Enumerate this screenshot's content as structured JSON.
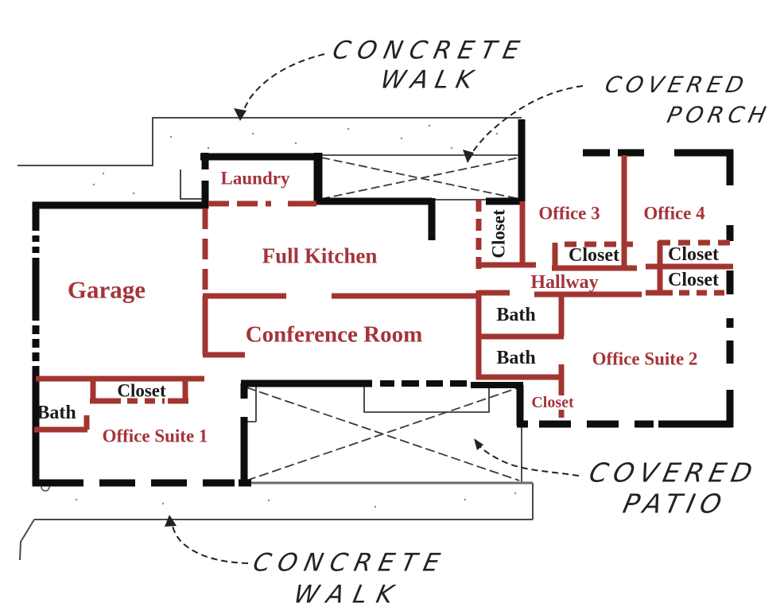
{
  "colors": {
    "wall_black": "#0d0d0d",
    "wall_red": "#a23530",
    "label_red": "#a4343a",
    "label_black": "#1b1b1b",
    "annotation_black": "#222222",
    "thin_line_gray": "#4a4a4a"
  },
  "rooms": {
    "laundry": {
      "label": "Laundry"
    },
    "full_kitchen": {
      "label": "Full Kitchen"
    },
    "garage": {
      "label": "Garage"
    },
    "conference_room": {
      "label": "Conference Room"
    },
    "office_3": {
      "label": "Office 3"
    },
    "office_4": {
      "label": "Office 4"
    },
    "hallway": {
      "label": "Hallway"
    },
    "office_suite_1": {
      "label": "Office Suite 1"
    },
    "office_suite_2": {
      "label": "Office Suite 2"
    },
    "closet_kitchen": {
      "label": "Closet"
    },
    "closet_office_3": {
      "label": "Closet"
    },
    "closet_office_4_top": {
      "label": "Closet"
    },
    "closet_office_4_bottom": {
      "label": "Closet"
    },
    "closet_suite_2": {
      "label": "Closet"
    },
    "closet_suite_1": {
      "label": "Closet"
    },
    "bath_hall_upper": {
      "label": "Bath"
    },
    "bath_hall_lower": {
      "label": "Bath"
    },
    "bath_suite_1": {
      "label": "Bath"
    }
  },
  "annotations": {
    "concrete_walk_top": {
      "line1": "CONCRETE",
      "line2": "WALK"
    },
    "covered_porch": {
      "line1": "COVERED",
      "line2": "PORCH"
    },
    "covered_patio": {
      "line1": "COVERED",
      "line2": "PATIO"
    },
    "concrete_walk_bottom": {
      "line1": "CONCRETE",
      "line2": "WALK"
    }
  }
}
